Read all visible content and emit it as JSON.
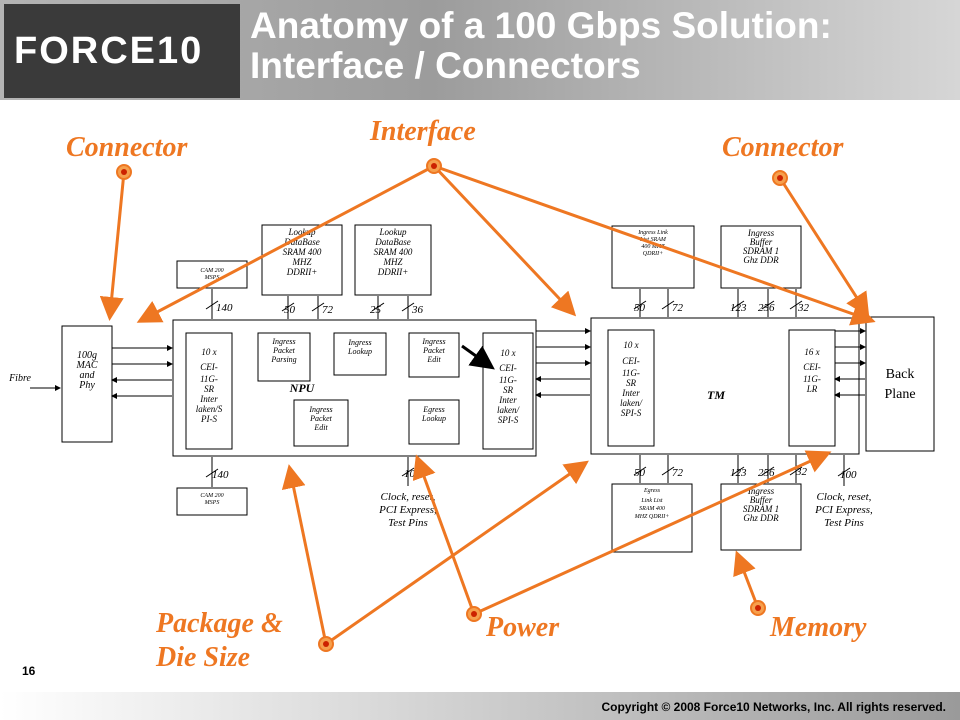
{
  "header": {
    "logo_text": "FORCE10",
    "title_line1": "Anatomy of a 100 Gbps Solution:",
    "title_line2": "Interface / Connectors"
  },
  "callouts": {
    "connector_left": "Connector",
    "interface": "Interface",
    "connector_right": "Connector",
    "package": "Package &",
    "package2": "Die Size",
    "power": "Power",
    "memory": "Memory"
  },
  "blocks": {
    "fibre": "Fibre",
    "mac": [
      "100g",
      "MAC",
      "and",
      "Phy"
    ],
    "cam_top": [
      "CAM 200",
      "MSPS"
    ],
    "cam_bottom": [
      "CAM 200",
      "MSPS"
    ],
    "lookup1": [
      "Lookup",
      "DataBase",
      "SRAM 400",
      "MHZ",
      "DDRII+"
    ],
    "lookup2": [
      "Lookup",
      "DataBase",
      "SRAM 400",
      "MHZ",
      "DDRII+"
    ],
    "npu": "NPU",
    "npu_cei_left": [
      "10 x",
      "CEI-",
      "11G-",
      "SR",
      "Inter",
      "laken/S",
      "PI-S"
    ],
    "npu_cei_right": [
      "10 x",
      "CEI-",
      "11G-",
      "SR",
      "Inter",
      "laken/",
      "SPI-S"
    ],
    "ingress_parsing": [
      "Ingress",
      "Packet",
      "Parsing"
    ],
    "ingress_lookup": [
      "Ingress",
      "Lookup"
    ],
    "ingress_edit_top": [
      "Ingress",
      "Packet",
      "Edit"
    ],
    "ingress_edit_bottom": [
      "Ingress",
      "Packet",
      "Edit"
    ],
    "egress_lookup": [
      "Egress",
      "Lookup"
    ],
    "clock_npu": [
      "Clock, reset,",
      "PCI Express,",
      "Test Pins"
    ],
    "tm": "TM",
    "tm_cei_left": [
      "10 x",
      "CEI-",
      "11G-",
      "SR",
      "Inter",
      "laken/",
      "SPI-S"
    ],
    "tm_cei_right": [
      "16 x",
      "CEI-",
      "11G-",
      "LR"
    ],
    "ingress_link": [
      "Ingress Link",
      "List SRAM",
      "400 MHZ",
      "QDRII+"
    ],
    "ingress_buffer_top": [
      "Ingress",
      "Buffer",
      "SDRAM 1",
      "Ghz DDR"
    ],
    "egress_link": [
      "Egress",
      "Link List",
      "SRAM 400",
      "MHZ QDRII+"
    ],
    "ingress_buffer_bottom": [
      "Ingress",
      "Buffer",
      "SDRAM 1",
      "Ghz DDR"
    ],
    "clock_tm": [
      "Clock, reset,",
      "PCI Express,",
      "Test Pins"
    ],
    "backplane": [
      "Back",
      "Plane"
    ]
  },
  "bus_labels": {
    "cam_top": "140",
    "l1a": "50",
    "l1b": "72",
    "l2a": "25",
    "l2b": "36",
    "cam_bottom": "140",
    "npu_clk": "100",
    "il_a": "50",
    "il_b": "72",
    "ib_a": "123",
    "ib_b": "256",
    "ib_c": "32",
    "el_a": "50",
    "el_b": "72",
    "eb_a": "123",
    "eb_b": "256",
    "eb_c": "32",
    "tm_clk": "100"
  },
  "footer": {
    "page_number": "16",
    "copyright": "Copyright © 2008 Force10 Networks, Inc. All rights reserved."
  },
  "colors": {
    "accent": "#ee7722",
    "dot_core": "#cc2200",
    "header_gray": "#a8a8a8",
    "logo_bg": "#3a3a3a"
  }
}
